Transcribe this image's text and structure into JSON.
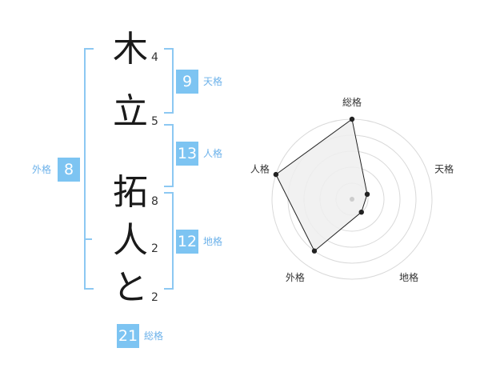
{
  "characters": [
    {
      "char": "木",
      "strokes": "4"
    },
    {
      "char": "立",
      "strokes": "5"
    },
    {
      "char": "拓",
      "strokes": "8"
    },
    {
      "char": "人",
      "strokes": "2"
    },
    {
      "char": "と",
      "strokes": "2"
    }
  ],
  "kakusu": {
    "tenkaku": {
      "value": "9",
      "label": "天格"
    },
    "jinkaku": {
      "value": "13",
      "label": "人格"
    },
    "chikaku": {
      "value": "12",
      "label": "地格"
    },
    "gaikaku": {
      "value": "8",
      "label": "外格"
    },
    "soukaku": {
      "value": "21",
      "label": "総格"
    }
  },
  "chart_data": {
    "type": "radar",
    "axes": [
      "総格",
      "天格",
      "地格",
      "外格",
      "人格"
    ],
    "values": [
      5,
      1,
      1,
      4,
      5
    ],
    "range": [
      0,
      5
    ],
    "rings": 5,
    "grid": true
  },
  "colors": {
    "badge": "#7dc4f2",
    "bracket": "#8cc8f2",
    "label": "#6db2ea",
    "fill": "#efefef"
  }
}
